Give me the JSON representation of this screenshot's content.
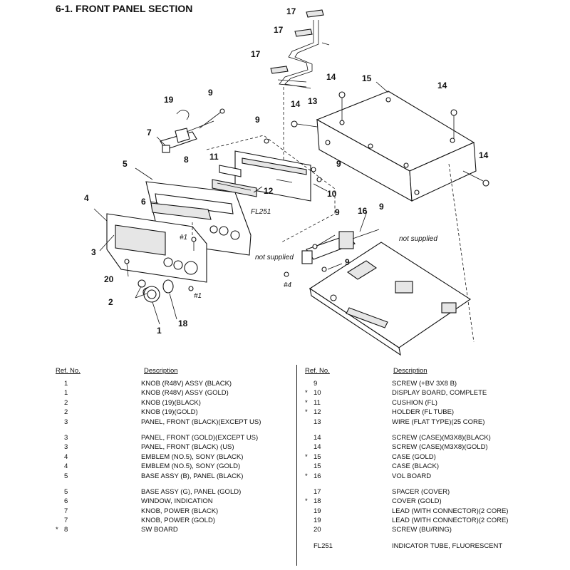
{
  "title": "6-1. FRONT PANEL SECTION",
  "diagram": {
    "callouts": [
      "17",
      "17",
      "17",
      "13",
      "15",
      "14",
      "14",
      "14",
      "14",
      "19",
      "9",
      "9",
      "7",
      "8",
      "11",
      "9",
      "12",
      "FL251",
      "10",
      "5",
      "6",
      "4",
      "3",
      "#1",
      "#1",
      "9",
      "16",
      "9",
      "not supplied",
      "not supplied",
      "9",
      "#4",
      "20",
      "2",
      "18",
      "1"
    ]
  },
  "parts_table": {
    "headers": {
      "ref": "Ref. No.",
      "desc": "Description"
    },
    "left_rows": [
      {
        "mark": "",
        "ref": "1",
        "desc": "KNOB (R48V) ASSY (BLACK)"
      },
      {
        "mark": "",
        "ref": "1",
        "desc": "KNOB (R48V) ASSY (GOLD)"
      },
      {
        "mark": "",
        "ref": "2",
        "desc": "KNOB (19)(BLACK)"
      },
      {
        "mark": "",
        "ref": "2",
        "desc": "KNOB (19)(GOLD)"
      },
      {
        "mark": "",
        "ref": "3",
        "desc": "PANEL, FRONT (BLACK)(EXCEPT US)"
      },
      {
        "mark": "",
        "ref": "3",
        "desc": "PANEL, FRONT (GOLD)(EXCEPT US)"
      },
      {
        "mark": "",
        "ref": "3",
        "desc": "PANEL, FRONT (BLACK) (US)"
      },
      {
        "mark": "",
        "ref": "4",
        "desc": "EMBLEM (NO.5), SONY (BLACK)"
      },
      {
        "mark": "",
        "ref": "4",
        "desc": "EMBLEM (NO.5), SONY (GOLD)"
      },
      {
        "mark": "",
        "ref": "5",
        "desc": "BASE ASSY (B), PANEL (BLACK)"
      },
      {
        "mark": "",
        "ref": "5",
        "desc": "BASE ASSY (G), PANEL (GOLD)"
      },
      {
        "mark": "",
        "ref": "6",
        "desc": "WINDOW, INDICATION"
      },
      {
        "mark": "",
        "ref": "7",
        "desc": "KNOB, POWER (BLACK)"
      },
      {
        "mark": "",
        "ref": "7",
        "desc": "KNOB, POWER (GOLD)"
      },
      {
        "mark": "*",
        "ref": "8",
        "desc": "SW BOARD"
      }
    ],
    "right_rows": [
      {
        "mark": "",
        "ref": "9",
        "desc": "SCREW (+BV 3X8 B)"
      },
      {
        "mark": "*",
        "ref": "10",
        "desc": "DISPLAY BOARD, COMPLETE"
      },
      {
        "mark": "*",
        "ref": "11",
        "desc": "CUSHION (FL)"
      },
      {
        "mark": "*",
        "ref": "12",
        "desc": "HOLDER (FL TUBE)"
      },
      {
        "mark": "",
        "ref": "13",
        "desc": "WIRE (FLAT TYPE)(25 CORE)"
      },
      {
        "mark": "",
        "ref": "14",
        "desc": "SCREW (CASE)(M3X8)(BLACK)"
      },
      {
        "mark": "",
        "ref": "14",
        "desc": "SCREW (CASE)(M3X8)(GOLD)"
      },
      {
        "mark": "*",
        "ref": "15",
        "desc": "CASE (GOLD)"
      },
      {
        "mark": "",
        "ref": "15",
        "desc": "CASE (BLACK)"
      },
      {
        "mark": "*",
        "ref": "16",
        "desc": "VOL BOARD"
      },
      {
        "mark": "",
        "ref": "17",
        "desc": "SPACER (COVER)"
      },
      {
        "mark": "*",
        "ref": "18",
        "desc": "COVER (GOLD)"
      },
      {
        "mark": "",
        "ref": "19",
        "desc": "LEAD (WITH CONNECTOR)(2 CORE)"
      },
      {
        "mark": "",
        "ref": "19",
        "desc": "LEAD (WITH CONNECTOR)(2 CORE)"
      },
      {
        "mark": "",
        "ref": "20",
        "desc": "SCREW (BU/RING)"
      },
      {
        "mark": "",
        "ref": "FL251",
        "desc": "INDICATOR TUBE, FLUORESCENT"
      }
    ]
  }
}
